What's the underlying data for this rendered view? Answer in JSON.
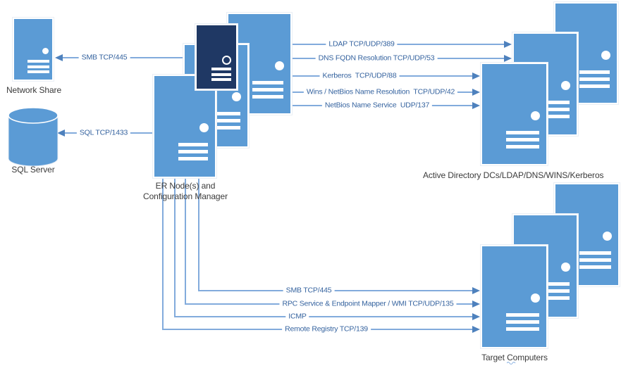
{
  "diagram_title": "Network ports and protocols diagram",
  "nodes": {
    "network_share": {
      "label": "Network Share",
      "icon": "server-icon"
    },
    "sql_server": {
      "label": "SQL Server",
      "icon": "database-cylinder-icon"
    },
    "er_nodes": {
      "label_line1": "ER Node(s) and",
      "label_line2": "Configuration Manager",
      "icon": "server-stack-icon"
    },
    "active_directory": {
      "label": "Active Directory DCs/LDAP/DNS/WINS/Kerberos",
      "icon": "server-stack-icon"
    },
    "target_computers": {
      "label": "Target Computers",
      "icon": "server-stack-icon"
    }
  },
  "edges": {
    "smb_share": {
      "label": "SMB TCP/445",
      "direction": "left"
    },
    "sql": {
      "label": "SQL TCP/1433",
      "direction": "left"
    },
    "ldap": {
      "label": "LDAP TCP/UDP/389",
      "direction": "right"
    },
    "dns": {
      "label": "DNS FQDN Resolution TCP/UDP/53",
      "direction": "right"
    },
    "kerberos": {
      "label": "Kerberos  TCP/UDP/88",
      "direction": "right"
    },
    "wins": {
      "label": "Wins / NetBios Name Resolution  TCP/UDP/42",
      "direction": "right"
    },
    "netbios": {
      "label": "NetBios Name Service  UDP/137",
      "direction": "right"
    },
    "smb_target": {
      "label": "SMB TCP/445",
      "direction": "right"
    },
    "rpc_wmi": {
      "label": "RPC Service & Endpoint Mapper / WMI TCP/UDP/135",
      "direction": "right"
    },
    "icmp": {
      "label": "ICMP",
      "direction": "right"
    },
    "remote_registry": {
      "label": "Remote Registry TCP/139",
      "direction": "right"
    }
  },
  "colors": {
    "server_fill": "#5B9BD5",
    "server_dark_fill": "#1F3864",
    "connector_line": "#82ABDC",
    "arrowhead": "#4E81BD",
    "edge_label_text": "#35639F",
    "node_label_text": "#3B3B3B",
    "background": "#FFFFFF"
  }
}
